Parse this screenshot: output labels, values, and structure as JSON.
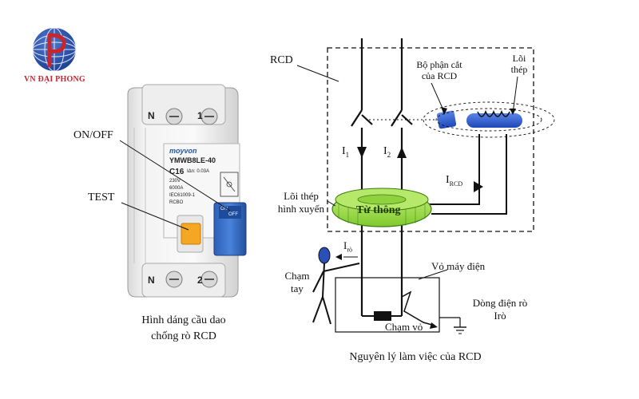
{
  "logo": {
    "text": "VN ĐẠI PHONG",
    "icon": "globe-logo-icon"
  },
  "device": {
    "brand": "moyvon",
    "model": "YMWB8LE-40",
    "rating": "C16",
    "sensitivity": "IΔn: 0.03A",
    "voltage": "230V",
    "breaking": "6000A",
    "standard": "IEC61009-1",
    "type": "RCBO",
    "terminal_top_n": "N",
    "terminal_top_1": "1",
    "terminal_bottom_n": "N",
    "terminal_bottom_2": "2",
    "lever_on": "ON",
    "lever_off": "OFF"
  },
  "left_labels": {
    "on_off": "ON/OFF",
    "test": "TEST",
    "caption_line1": "Hình dáng cầu dao",
    "caption_line2": "chống rò RCD"
  },
  "diagram": {
    "rcd": "RCD",
    "cut_part_line1": "Bộ phận cắt",
    "cut_part_line2": "của RCD",
    "steel_core_line1": "Lõi",
    "steel_core_line2": "thép",
    "i1_main": "I",
    "i1_sub": "1",
    "i2_main": "I",
    "i2_sub": "2",
    "ircd_main": "I",
    "ircd_sub": "RCD",
    "toroid_line1": "Lõi thép",
    "toroid_line2": "hình xuyến",
    "flux": "Từ thông",
    "touch_line1": "Chạm",
    "touch_line2": "tay",
    "iro_main": "I",
    "iro_sub": "rò",
    "housing": "Vỏ máy điện",
    "leak_current_line1": "Dòng điện rò",
    "leak_current_line2": "Irò",
    "touch_case": "Chạm vỏ",
    "caption": "Nguyên lý làm việc của RCD"
  }
}
